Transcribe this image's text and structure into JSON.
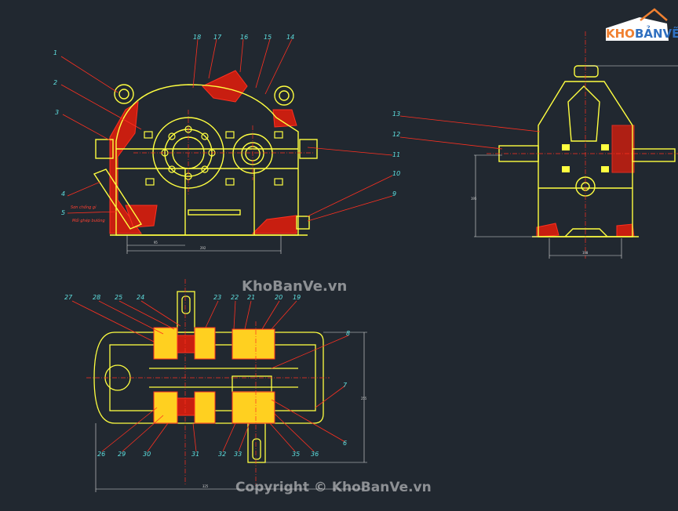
{
  "logo": {
    "part1": "KHO",
    "part2": "BẢN",
    "part3": "VẼ"
  },
  "watermark": "KhoBanVe.vn",
  "copyright": "Copyright © KhoBanVe.vn",
  "colors": {
    "background": "#212830",
    "body": "#ffff40",
    "section": "#ff3020",
    "leader": "#ff3020",
    "label": "#5fe0e0",
    "dimension": "#e0e0e0",
    "accent": "#f08030"
  },
  "labels": {
    "front": [
      "1",
      "2",
      "3",
      "4",
      "5",
      "18",
      "17",
      "16",
      "15",
      "14",
      "11",
      "10",
      "9"
    ],
    "side": [
      "13",
      "12"
    ],
    "top": [
      "27",
      "28",
      "25",
      "24",
      "23",
      "22",
      "21",
      "20",
      "19",
      "8",
      "7",
      "6",
      "26",
      "29",
      "30",
      "31",
      "32",
      "33",
      "35",
      "36"
    ]
  },
  "dims": {
    "front_width": "292",
    "front_part": "95",
    "side_height": "195",
    "side_base": "190",
    "top_height": "255",
    "top_width": "325"
  },
  "notes": {
    "front_a": "Sơn chống gỉ",
    "front_b": "Mối ghép bulông"
  }
}
